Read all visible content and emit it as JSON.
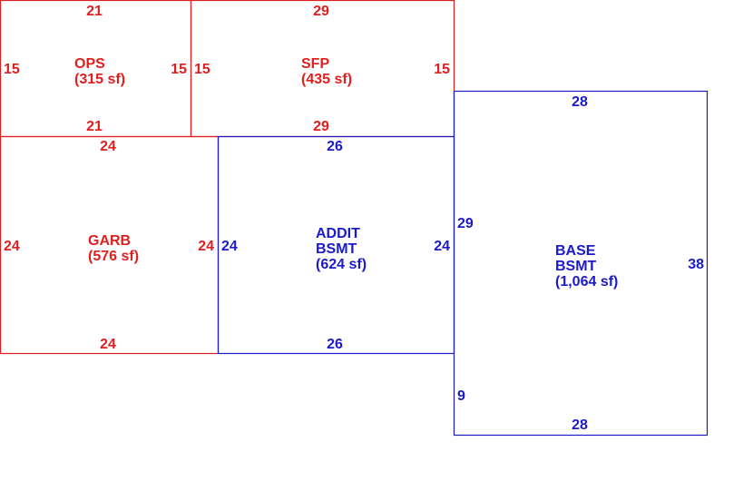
{
  "colors": {
    "red": "#e02020",
    "blue": "#1a1acc"
  },
  "rooms": [
    {
      "id": "ops",
      "color": "red",
      "label": [
        "OPS",
        "(315 sf)"
      ],
      "dims": {
        "top": "21",
        "bottom": "21",
        "left": "15",
        "right": "15"
      }
    },
    {
      "id": "sfp",
      "color": "red",
      "label": [
        "SFP",
        "(435 sf)"
      ],
      "dims": {
        "top": "29",
        "bottom": "29",
        "left": "15",
        "right": "15"
      }
    },
    {
      "id": "garb",
      "color": "red",
      "label": [
        "GARB",
        "(576 sf)"
      ],
      "dims": {
        "top": "24",
        "bottom": "24",
        "left": "24",
        "right": "24"
      }
    },
    {
      "id": "addit-bsmt",
      "color": "blue",
      "label": [
        "ADDIT",
        "BSMT",
        "(624 sf)"
      ],
      "dims": {
        "top": "26",
        "bottom": "26",
        "left": "24",
        "right": "24"
      }
    },
    {
      "id": "base-bsmt",
      "color": "blue",
      "label": [
        "BASE",
        "BSMT",
        "(1,064 sf)"
      ],
      "dims": {
        "top": "28",
        "bottom": "28",
        "left_upper": "29",
        "left_lower": "9",
        "right": "38"
      }
    }
  ]
}
